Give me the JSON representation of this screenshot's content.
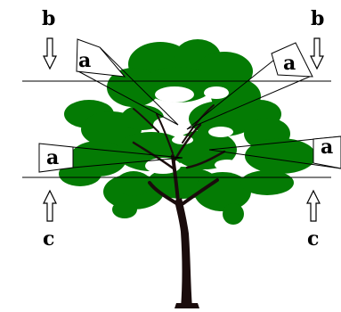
{
  "labels": {
    "b_left": "b",
    "b_right": "b",
    "c_left": "c",
    "c_right": "c",
    "a_top_left": "a",
    "a_top_right": "a",
    "a_mid_left": "a",
    "a_mid_right": "a"
  },
  "colors": {
    "foliage": "#047b04",
    "trunk": "#1a0c0c",
    "lines": "#000000",
    "background": "#ffffff"
  },
  "icons": {
    "arrow_down": "arrow-down-outline-icon",
    "arrow_up": "arrow-up-outline-icon"
  }
}
